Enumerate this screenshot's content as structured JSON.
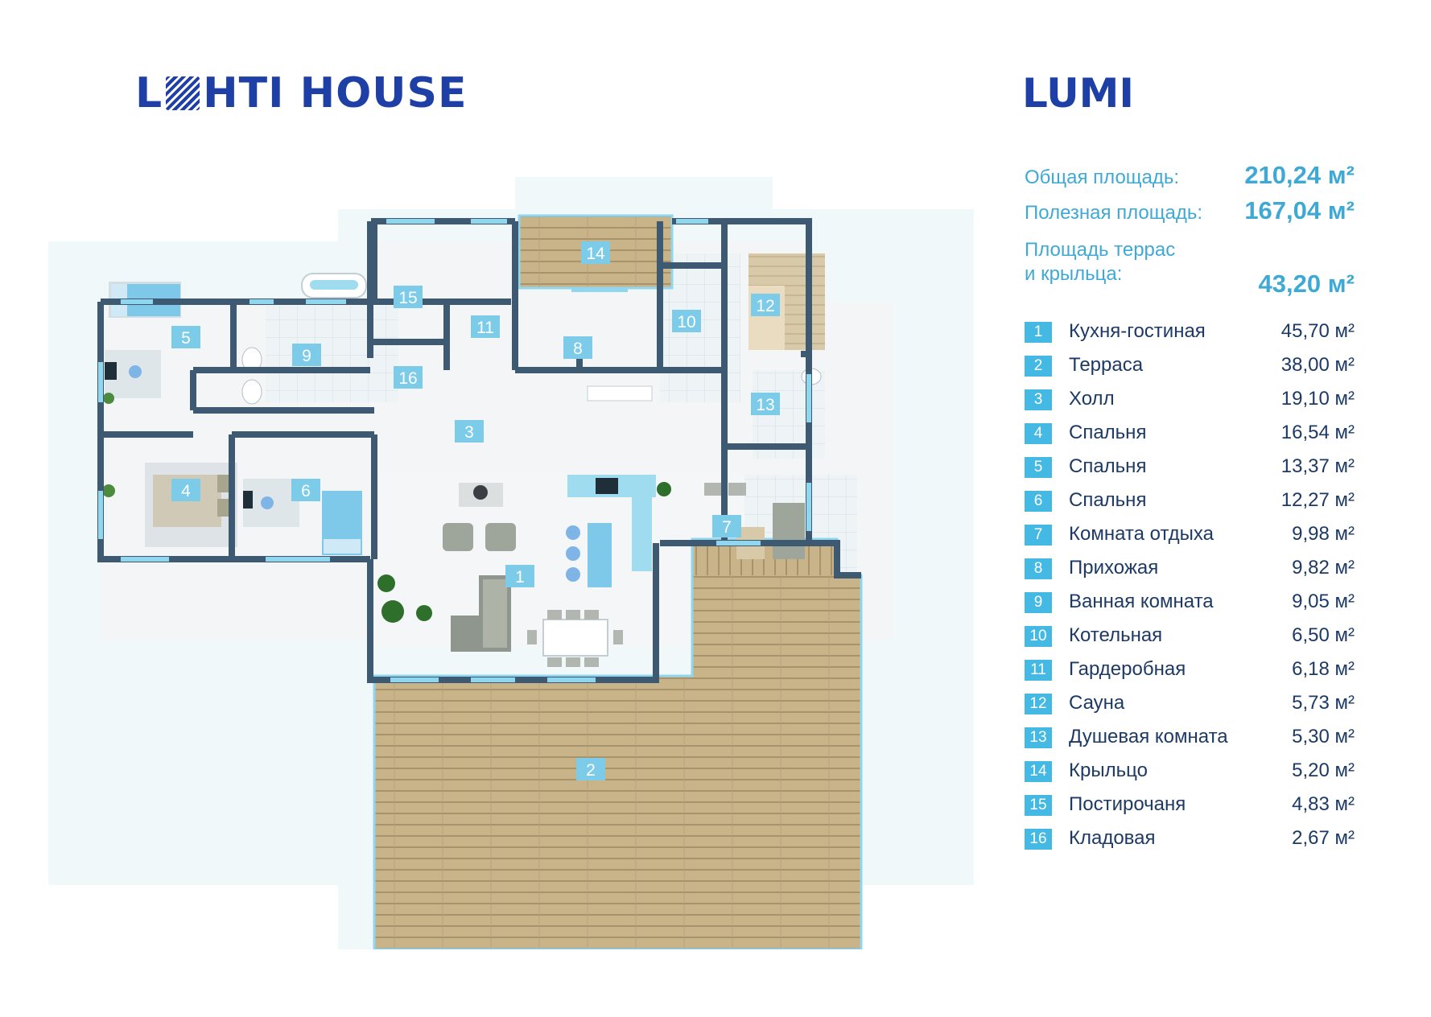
{
  "brand": {
    "logo_pre": "L",
    "logo_post": "HTI HOUSE"
  },
  "model_name": "LUMI",
  "summary": {
    "total_label": "Общая площадь:",
    "total_value": "210,24 м²",
    "useful_label": "Полезная площадь:",
    "useful_value": "167,04 м²",
    "terrace_label_line1": "Площадь террас",
    "terrace_label_line2": "и крыльца:",
    "terrace_value": "43,20 м²"
  },
  "rooms": [
    {
      "num": "1",
      "name": "Кухня-гостиная",
      "area": "45,70 м²"
    },
    {
      "num": "2",
      "name": "Терраса",
      "area": "38,00 м²"
    },
    {
      "num": "3",
      "name": "Холл",
      "area": "19,10 м²"
    },
    {
      "num": "4",
      "name": "Спальня",
      "area": "16,54 м²"
    },
    {
      "num": "5",
      "name": "Спальня",
      "area": "13,37 м²"
    },
    {
      "num": "6",
      "name": "Спальня",
      "area": "12,27 м²"
    },
    {
      "num": "7",
      "name": "Комната отдыха",
      "area": "9,98 м²"
    },
    {
      "num": "8",
      "name": "Прихожая",
      "area": "9,82 м²"
    },
    {
      "num": "9",
      "name": "Ванная комната",
      "area": "9,05 м²"
    },
    {
      "num": "10",
      "name": "Котельная",
      "area": "6,50 м²"
    },
    {
      "num": "11",
      "name": "Гардеробная",
      "area": "6,18 м²"
    },
    {
      "num": "12",
      "name": "Сауна",
      "area": "5,73 м²"
    },
    {
      "num": "13",
      "name": "Душевая комната",
      "area": "5,30 м²"
    },
    {
      "num": "14",
      "name": "Крыльцо",
      "area": "5,20 м²"
    },
    {
      "num": "15",
      "name": "Постирочаня",
      "area": "4,83 м²"
    },
    {
      "num": "16",
      "name": "Кладовая",
      "area": "2,67 м²"
    }
  ],
  "plan_labels": [
    "1",
    "2",
    "3",
    "4",
    "5",
    "6",
    "7",
    "8",
    "9",
    "10",
    "11",
    "12",
    "13",
    "14",
    "15",
    "16"
  ],
  "colors": {
    "brand": "#1d3fa6",
    "accent": "#43b9e3",
    "text": "#1d3a66",
    "wall": "#3d5a72",
    "wood": "#c9b48a"
  }
}
